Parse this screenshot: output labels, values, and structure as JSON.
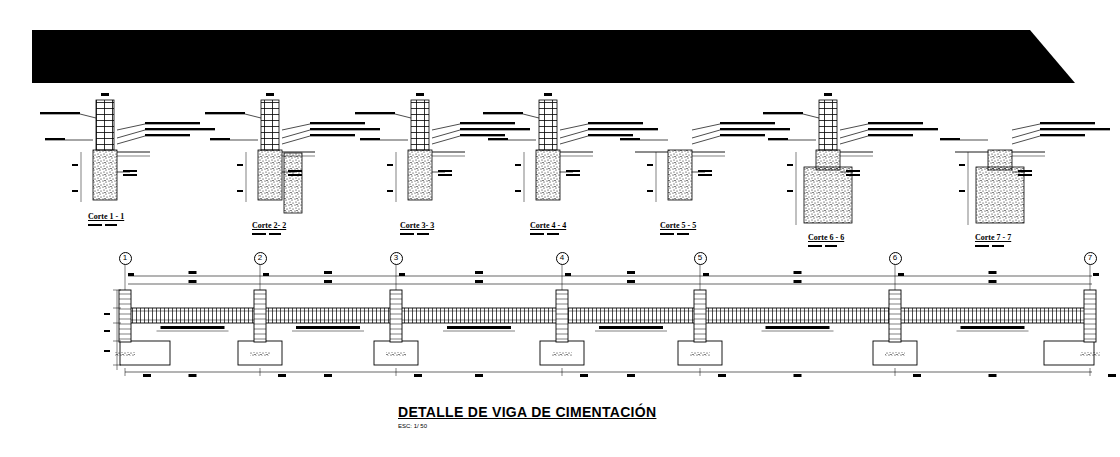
{
  "diagram": {
    "title": "DETALLE DE VIGA DE CIMENTACIÓN",
    "caption": "ESC: 1/ 50",
    "nodes": [
      {
        "text": [
          "1"
        ]
      },
      {
        "text": [
          "2"
        ]
      },
      {
        "text": [
          "3"
        ]
      },
      {
        "text": [
          "4"
        ]
      },
      {
        "text": [
          "5"
        ]
      },
      {
        "text": [
          "6"
        ]
      },
      {
        "text": [
          "7"
        ]
      }
    ],
    "labels": [
      "Corte 1 - 1",
      "Corte 2- 2",
      "Corte 3- 3",
      "Corte 4 - 4",
      "Corte 5 - 5",
      "Corte 6 - 6",
      "Corte 7 - 7"
    ]
  }
}
